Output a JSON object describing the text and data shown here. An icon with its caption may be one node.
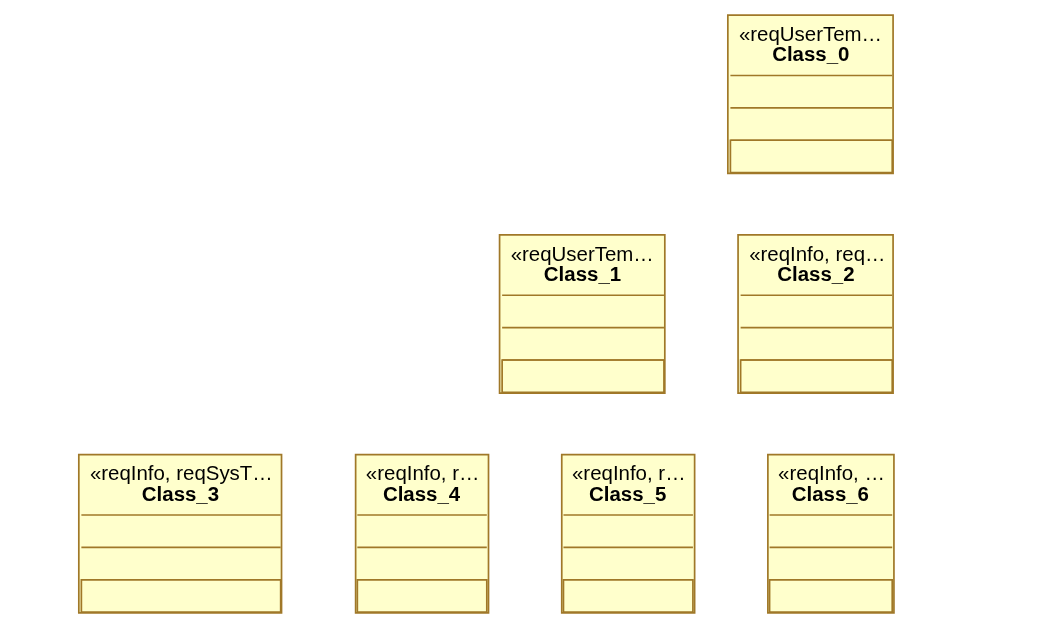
{
  "diagram": {
    "nodes": [
      {
        "text": [
          "«reqUserTem…",
          "Class_0"
        ]
      },
      {
        "text": [
          "«reqUserTem…",
          "Class_1"
        ]
      },
      {
        "text": [
          "«reqInfo, req…",
          "Class_2"
        ]
      },
      {
        "text": [
          "«reqInfo, reqSysT…",
          "Class_3"
        ]
      },
      {
        "text": [
          "«reqInfo, r…",
          "Class_4"
        ]
      },
      {
        "text": [
          "«reqInfo, r…",
          "Class_5"
        ]
      },
      {
        "text": [
          "«reqInfo, …",
          "Class_6"
        ]
      }
    ]
  }
}
